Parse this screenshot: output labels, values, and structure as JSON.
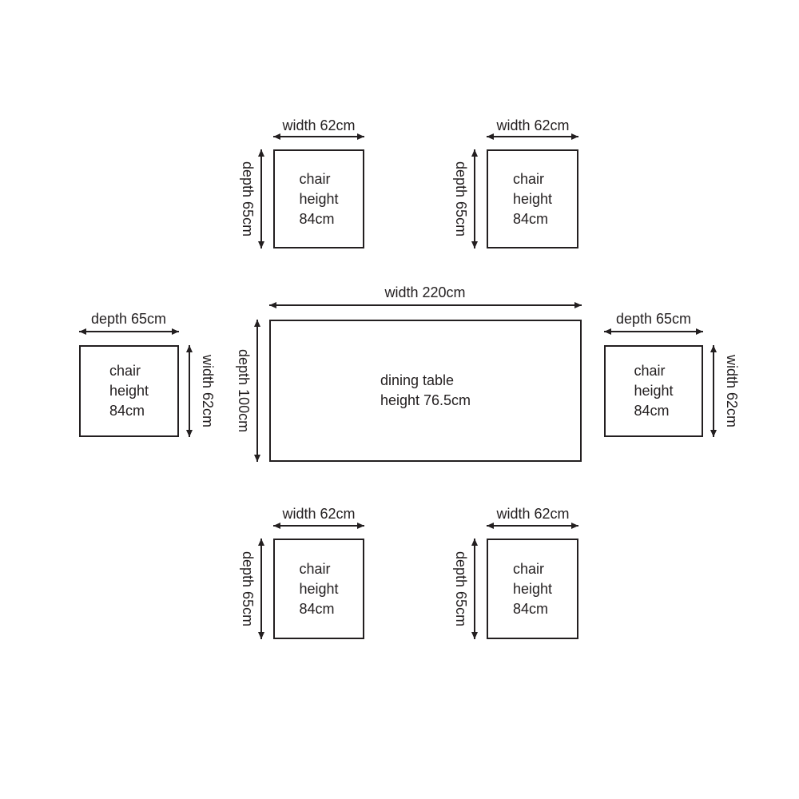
{
  "colors": {
    "background": "#ffffff",
    "line": "#231f20",
    "text": "#231f20"
  },
  "icons": {
    "dimension_arrow": "double-headed-arrow"
  },
  "diagram": {
    "table": {
      "width_label": "width 220cm",
      "depth_label": "depth 100cm",
      "lines": [
        "dining table",
        "height 76.5cm"
      ]
    },
    "chairs": [
      {
        "position": "top-left",
        "width_label": "width 62cm",
        "depth_label": "depth 65cm",
        "lines": [
          "chair",
          "height",
          "84cm"
        ]
      },
      {
        "position": "top-right",
        "width_label": "width 62cm",
        "depth_label": "depth 65cm",
        "lines": [
          "chair",
          "height",
          "84cm"
        ]
      },
      {
        "position": "middle-left",
        "width_label": "width 62cm",
        "depth_label": "depth 65cm",
        "lines": [
          "chair",
          "height",
          "84cm"
        ]
      },
      {
        "position": "middle-right",
        "width_label": "width 62cm",
        "depth_label": "depth 65cm",
        "lines": [
          "chair",
          "height",
          "84cm"
        ]
      },
      {
        "position": "bottom-left",
        "width_label": "width 62cm",
        "depth_label": "depth 65cm",
        "lines": [
          "chair",
          "height",
          "84cm"
        ]
      },
      {
        "position": "bottom-right",
        "width_label": "width 62cm",
        "depth_label": "depth 65cm",
        "lines": [
          "chair",
          "height",
          "84cm"
        ]
      }
    ]
  }
}
